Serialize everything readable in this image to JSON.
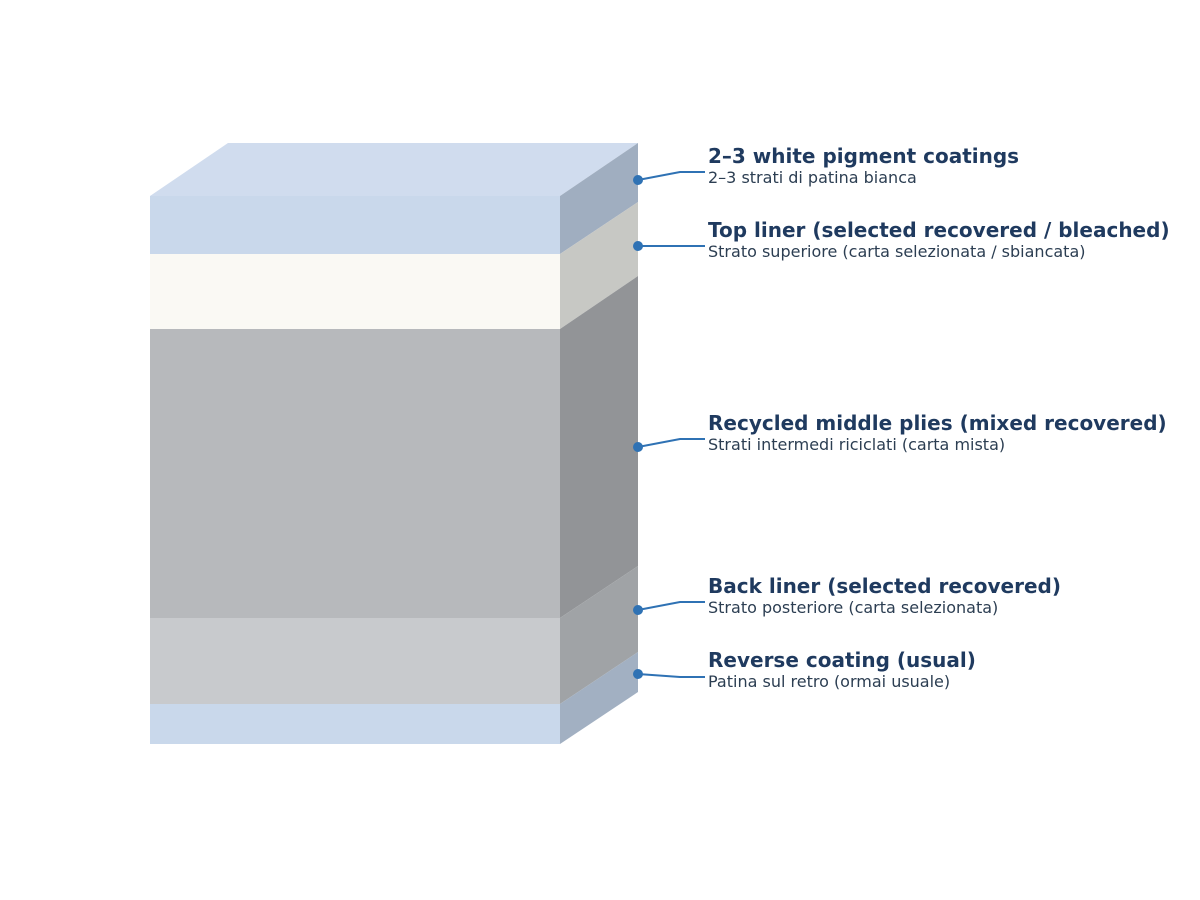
{
  "colors": {
    "coating_front": "#c9d8eb",
    "coating_side": "#a0aec0",
    "coating_top": "#d0dcee",
    "top_liner_front": "#faf9f4",
    "top_liner_side": "#c7c8c4",
    "middle_front": "#b7b9bc",
    "middle_side": "#929497",
    "back_liner_front": "#c8cacd",
    "back_liner_side": "#a0a3a6",
    "reverse_front": "#c9d8eb",
    "reverse_side": "#a2b0c2",
    "leader": "#2f72b4",
    "title_text": "#1f3a5f",
    "sub_text": "#2c3e52"
  },
  "layers": [
    {
      "id": "white-pigment-coatings",
      "title": "2–3 white pigment coatings",
      "subtitle": "2–3 strati di patina bianca"
    },
    {
      "id": "top-liner",
      "title": "Top liner (selected recovered / bleached)",
      "subtitle": "Strato superiore (carta selezionata / sbiancata)"
    },
    {
      "id": "recycled-middle-plies",
      "title": "Recycled middle plies (mixed recovered)",
      "subtitle": "Strati intermedi riciclati (carta mista)"
    },
    {
      "id": "back-liner",
      "title": "Back liner (selected recovered)",
      "subtitle": "Strato posteriore (carta selezionata)"
    },
    {
      "id": "reverse-coating",
      "title": "Reverse coating (usual)",
      "subtitle": "Patina sul retro (ormai usuale)"
    }
  ]
}
